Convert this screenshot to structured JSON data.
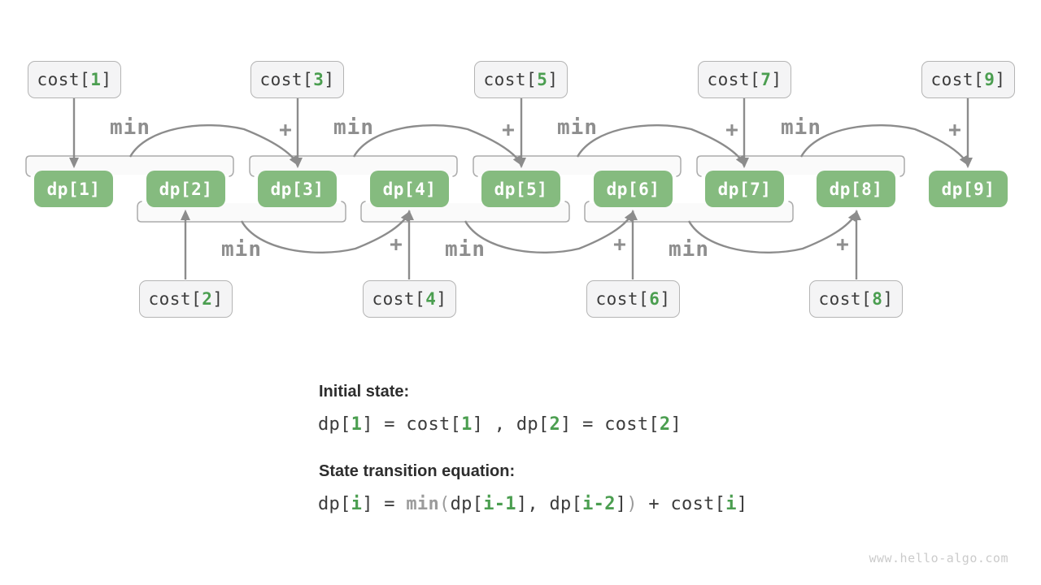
{
  "diagram": {
    "cost_boxes": [
      {
        "pre": "cost[",
        "num": "1",
        "post": "]"
      },
      {
        "pre": "cost[",
        "num": "2",
        "post": "]"
      },
      {
        "pre": "cost[",
        "num": "3",
        "post": "]"
      },
      {
        "pre": "cost[",
        "num": "4",
        "post": "]"
      },
      {
        "pre": "cost[",
        "num": "5",
        "post": "]"
      },
      {
        "pre": "cost[",
        "num": "6",
        "post": "]"
      },
      {
        "pre": "cost[",
        "num": "7",
        "post": "]"
      },
      {
        "pre": "cost[",
        "num": "8",
        "post": "]"
      },
      {
        "pre": "cost[",
        "num": "9",
        "post": "]"
      }
    ],
    "dp_boxes": [
      {
        "label": "dp[1]"
      },
      {
        "label": "dp[2]"
      },
      {
        "label": "dp[3]"
      },
      {
        "label": "dp[4]"
      },
      {
        "label": "dp[5]"
      },
      {
        "label": "dp[6]"
      },
      {
        "label": "dp[7]"
      },
      {
        "label": "dp[8]"
      },
      {
        "label": "dp[9]"
      }
    ],
    "labels": {
      "min": "min",
      "plus": "+"
    }
  },
  "notes": {
    "initial": {
      "heading": "Initial state:",
      "tokens": [
        "dp[",
        "1",
        "] = cost[",
        "1",
        "] , dp[",
        "2",
        "] = cost[",
        "2",
        "]"
      ]
    },
    "transition": {
      "heading": "State transition equation:",
      "tokens": [
        "dp[",
        "i",
        "] = ",
        "min",
        "(",
        "dp[",
        "i-1",
        "], dp[",
        "i-2",
        "]",
        ")",
        " + cost[",
        "i",
        "]"
      ]
    }
  },
  "watermark": "www.hello-algo.com",
  "colors": {
    "dp_box_green": "#85bb7f",
    "index_green": "#4b9e50",
    "arrow_gray": "#8c8c8c",
    "bracket_gray": "#ababab",
    "cost_box_bg": "#f4f4f5",
    "cost_box_border": "#b4b4b4",
    "text_dark": "#3c3c3c",
    "equation_gray": "#9b9b9b",
    "watermark_gray": "#cbcbcb"
  }
}
